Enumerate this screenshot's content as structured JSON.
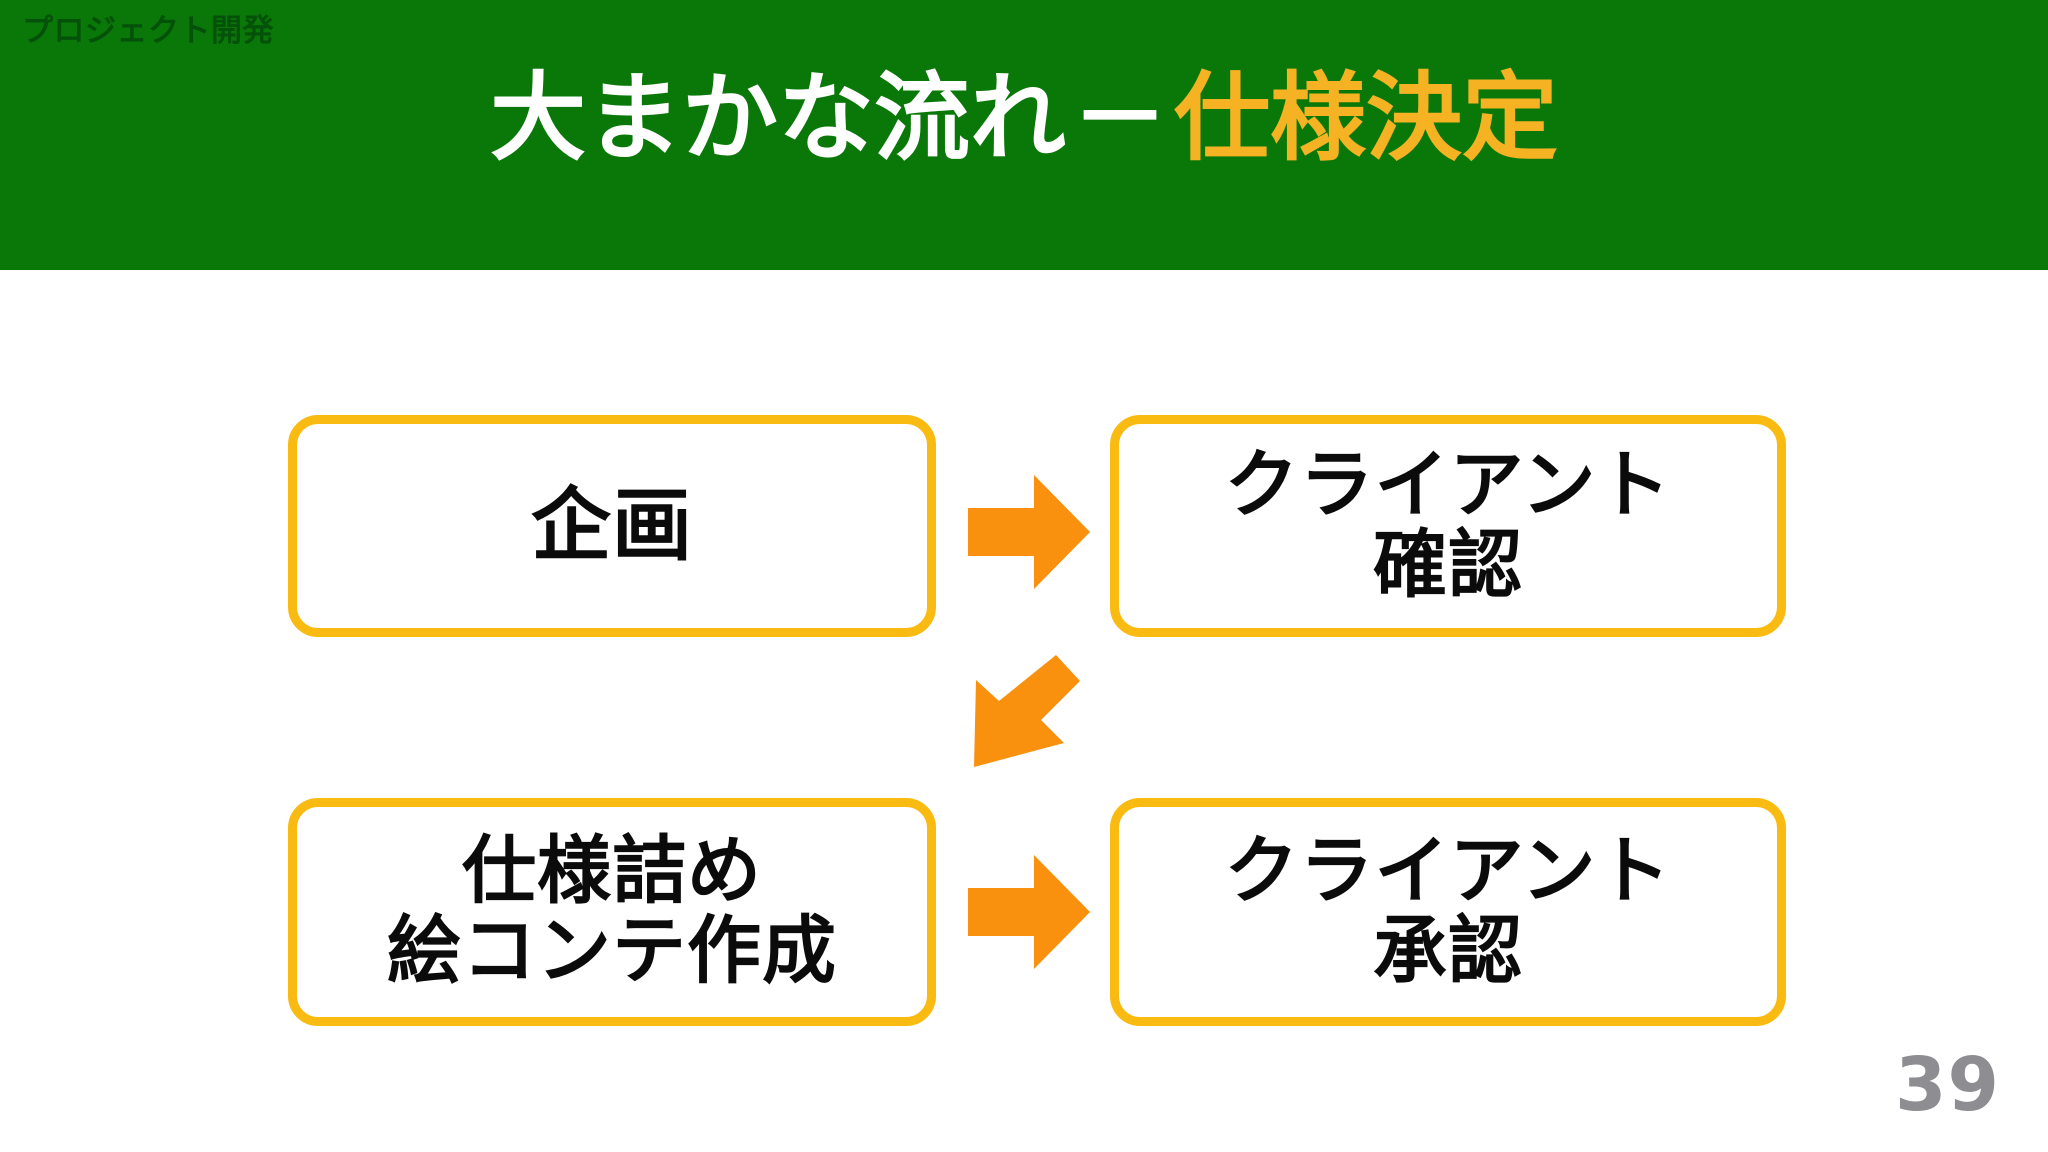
{
  "header": {
    "band_color": "#0a7808",
    "eyebrow": "プロジェクト開発",
    "eyebrow_color": "#04510a",
    "title_main": "大まかな流れ",
    "title_dash": "－",
    "title_accent": "仕様決定",
    "title_main_color": "#ffffff",
    "title_accent_color": "#f5b324"
  },
  "diagram": {
    "box_border_color": "#f9bb12",
    "box_fill_color": "#ffffff",
    "box_text_color": "#0b0b0b",
    "arrow_color": "#f9900e",
    "boxes": [
      {
        "id": "kikaku",
        "label": "企画"
      },
      {
        "id": "confirm",
        "label": "クライアント\n確認"
      },
      {
        "id": "spec",
        "label": "仕様詰め\n絵コンテ作成"
      },
      {
        "id": "approve",
        "label": "クライアント\n承認"
      }
    ],
    "arrows": [
      {
        "id": "top-right",
        "direction": "right"
      },
      {
        "id": "diagonal",
        "direction": "down-left"
      },
      {
        "id": "bot-right",
        "direction": "right"
      }
    ]
  },
  "footer": {
    "page_number": "39",
    "page_number_color": "#8d8d92"
  }
}
